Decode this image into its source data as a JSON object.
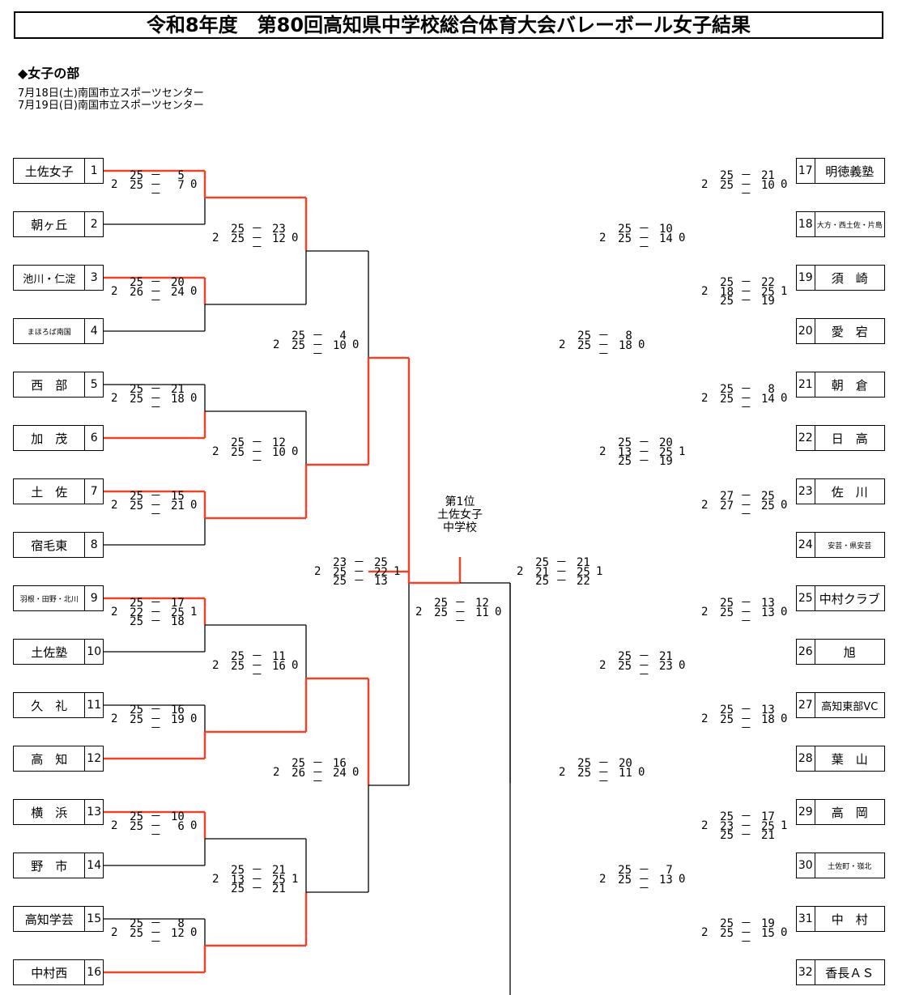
{
  "title": "令和8年度　第80回高知県中学校総合体育大会バレーボール女子結果",
  "section": "◆女子の部",
  "venues": [
    "7月18日(土)南国市立スポーツセンター",
    "7月19日(日)南国市立スポーツセンター"
  ],
  "colors": {
    "winner_line": "#e8452a",
    "line": "#000000"
  },
  "champion": [
    "第1位",
    "土佐女子",
    "中学校"
  ],
  "teams": [
    {
      "num": "1",
      "name": "土佐女子",
      "size": ""
    },
    {
      "num": "2",
      "name": "朝ヶ丘",
      "size": ""
    },
    {
      "num": "3",
      "name": "池川・仁淀",
      "size": "mid"
    },
    {
      "num": "4",
      "name": "まほろば南国",
      "size": "small"
    },
    {
      "num": "5",
      "name": "西　部",
      "size": ""
    },
    {
      "num": "6",
      "name": "加　茂",
      "size": ""
    },
    {
      "num": "7",
      "name": "土　佐",
      "size": ""
    },
    {
      "num": "8",
      "name": "宿毛東",
      "size": ""
    },
    {
      "num": "9",
      "name": "羽根・田野・北川",
      "size": "small"
    },
    {
      "num": "10",
      "name": "土佐塾",
      "size": ""
    },
    {
      "num": "11",
      "name": "久　礼",
      "size": ""
    },
    {
      "num": "12",
      "name": "高　知",
      "size": ""
    },
    {
      "num": "13",
      "name": "横　浜",
      "size": ""
    },
    {
      "num": "14",
      "name": "野　市",
      "size": ""
    },
    {
      "num": "15",
      "name": "高知学芸",
      "size": ""
    },
    {
      "num": "16",
      "name": "中村西",
      "size": ""
    },
    {
      "num": "17",
      "name": "明徳義塾",
      "size": ""
    },
    {
      "num": "18",
      "name": "大方・西土佐・片島",
      "size": "small"
    },
    {
      "num": "19",
      "name": "須　崎",
      "size": ""
    },
    {
      "num": "20",
      "name": "愛　宕",
      "size": ""
    },
    {
      "num": "21",
      "name": "朝　倉",
      "size": ""
    },
    {
      "num": "22",
      "name": "日　高",
      "size": ""
    },
    {
      "num": "23",
      "name": "佐　川",
      "size": ""
    },
    {
      "num": "24",
      "name": "安芸・県安芸",
      "size": "small"
    },
    {
      "num": "25",
      "name": "中村クラブ",
      "size": ""
    },
    {
      "num": "26",
      "name": "旭",
      "size": ""
    },
    {
      "num": "27",
      "name": "高知東部VC",
      "size": "mid"
    },
    {
      "num": "28",
      "name": "葉　山",
      "size": ""
    },
    {
      "num": "29",
      "name": "高　岡",
      "size": ""
    },
    {
      "num": "30",
      "name": "土佐町・嶺北",
      "size": "small"
    },
    {
      "num": "31",
      "name": "中　村",
      "size": ""
    },
    {
      "num": "32",
      "name": "香長ＡＳ",
      "size": ""
    }
  ],
  "matches": [
    {
      "id": "L1-1",
      "sets": [
        [
          "25",
          "5"
        ],
        [
          "25",
          "7"
        ],
        [
          "",
          ""
        ]
      ],
      "wins": [
        "2",
        "0"
      ]
    },
    {
      "id": "L1-2",
      "sets": [
        [
          "25",
          "20"
        ],
        [
          "26",
          "24"
        ],
        [
          "",
          ""
        ]
      ],
      "wins": [
        "2",
        "0"
      ]
    },
    {
      "id": "L1-3",
      "sets": [
        [
          "25",
          "21"
        ],
        [
          "25",
          "18"
        ],
        [
          "",
          ""
        ]
      ],
      "wins": [
        "2",
        "0"
      ]
    },
    {
      "id": "L1-4",
      "sets": [
        [
          "25",
          "15"
        ],
        [
          "25",
          "21"
        ],
        [
          "",
          ""
        ]
      ],
      "wins": [
        "2",
        "0"
      ]
    },
    {
      "id": "L1-5",
      "sets": [
        [
          "25",
          "17"
        ],
        [
          "22",
          "25"
        ],
        [
          "25",
          "18"
        ]
      ],
      "wins": [
        "2",
        "1"
      ]
    },
    {
      "id": "L1-6",
      "sets": [
        [
          "25",
          "16"
        ],
        [
          "25",
          "19"
        ],
        [
          "",
          ""
        ]
      ],
      "wins": [
        "2",
        "0"
      ]
    },
    {
      "id": "L1-7",
      "sets": [
        [
          "25",
          "10"
        ],
        [
          "25",
          "6"
        ],
        [
          "",
          ""
        ]
      ],
      "wins": [
        "2",
        "0"
      ]
    },
    {
      "id": "L1-8",
      "sets": [
        [
          "25",
          "8"
        ],
        [
          "25",
          "12"
        ],
        [
          "",
          ""
        ]
      ],
      "wins": [
        "2",
        "0"
      ]
    },
    {
      "id": "L2-1",
      "sets": [
        [
          "25",
          "23"
        ],
        [
          "25",
          "12"
        ],
        [
          "",
          ""
        ]
      ],
      "wins": [
        "2",
        "0"
      ]
    },
    {
      "id": "L2-2",
      "sets": [
        [
          "25",
          "12"
        ],
        [
          "25",
          "10"
        ],
        [
          "",
          ""
        ]
      ],
      "wins": [
        "2",
        "0"
      ]
    },
    {
      "id": "L2-3",
      "sets": [
        [
          "25",
          "11"
        ],
        [
          "25",
          "16"
        ],
        [
          "",
          ""
        ]
      ],
      "wins": [
        "2",
        "0"
      ]
    },
    {
      "id": "L2-4",
      "sets": [
        [
          "25",
          "21"
        ],
        [
          "13",
          "25"
        ],
        [
          "25",
          "21"
        ]
      ],
      "wins": [
        "2",
        "1"
      ]
    },
    {
      "id": "L3-1",
      "sets": [
        [
          "25",
          "4"
        ],
        [
          "25",
          "10"
        ],
        [
          "",
          ""
        ]
      ],
      "wins": [
        "2",
        "0"
      ]
    },
    {
      "id": "L3-2",
      "sets": [
        [
          "25",
          "16"
        ],
        [
          "26",
          "24"
        ],
        [
          "",
          ""
        ]
      ],
      "wins": [
        "2",
        "0"
      ]
    },
    {
      "id": "L4",
      "sets": [
        [
          "23",
          "25"
        ],
        [
          "25",
          "22"
        ],
        [
          "25",
          "13"
        ]
      ],
      "wins": [
        "2",
        "1"
      ]
    },
    {
      "id": "F",
      "sets": [
        [
          "25",
          "12"
        ],
        [
          "25",
          "11"
        ],
        [
          "",
          ""
        ]
      ],
      "wins": [
        "2",
        "0"
      ]
    },
    {
      "id": "R4",
      "sets": [
        [
          "25",
          "21"
        ],
        [
          "21",
          "25"
        ],
        [
          "25",
          "22"
        ]
      ],
      "wins": [
        "2",
        "1"
      ]
    },
    {
      "id": "R3-1",
      "sets": [
        [
          "25",
          "8"
        ],
        [
          "25",
          "18"
        ],
        [
          "",
          ""
        ]
      ],
      "wins": [
        "2",
        "0"
      ]
    },
    {
      "id": "R3-2",
      "sets": [
        [
          "25",
          "20"
        ],
        [
          "25",
          "11"
        ],
        [
          "",
          ""
        ]
      ],
      "wins": [
        "2",
        "0"
      ]
    },
    {
      "id": "R2-1",
      "sets": [
        [
          "25",
          "10"
        ],
        [
          "25",
          "14"
        ],
        [
          "",
          ""
        ]
      ],
      "wins": [
        "2",
        "0"
      ]
    },
    {
      "id": "R2-2",
      "sets": [
        [
          "25",
          "20"
        ],
        [
          "13",
          "25"
        ],
        [
          "25",
          "19"
        ]
      ],
      "wins": [
        "2",
        "1"
      ]
    },
    {
      "id": "R2-3",
      "sets": [
        [
          "25",
          "21"
        ],
        [
          "25",
          "23"
        ],
        [
          "",
          ""
        ]
      ],
      "wins": [
        "2",
        "0"
      ]
    },
    {
      "id": "R2-4",
      "sets": [
        [
          "25",
          "7"
        ],
        [
          "25",
          "13"
        ],
        [
          "",
          ""
        ]
      ],
      "wins": [
        "2",
        "0"
      ]
    },
    {
      "id": "R1-1",
      "sets": [
        [
          "25",
          "21"
        ],
        [
          "25",
          "10"
        ],
        [
          "",
          ""
        ]
      ],
      "wins": [
        "2",
        "0"
      ]
    },
    {
      "id": "R1-2",
      "sets": [
        [
          "25",
          "22"
        ],
        [
          "18",
          "25"
        ],
        [
          "25",
          "19"
        ]
      ],
      "wins": [
        "2",
        "1"
      ]
    },
    {
      "id": "R1-3",
      "sets": [
        [
          "25",
          "8"
        ],
        [
          "25",
          "14"
        ],
        [
          "",
          ""
        ]
      ],
      "wins": [
        "2",
        "0"
      ]
    },
    {
      "id": "R1-4",
      "sets": [
        [
          "27",
          "25"
        ],
        [
          "27",
          "25"
        ],
        [
          "",
          ""
        ]
      ],
      "wins": [
        "2",
        "0"
      ]
    },
    {
      "id": "R1-5",
      "sets": [
        [
          "25",
          "13"
        ],
        [
          "25",
          "13"
        ],
        [
          "",
          ""
        ]
      ],
      "wins": [
        "2",
        "0"
      ]
    },
    {
      "id": "R1-6",
      "sets": [
        [
          "25",
          "13"
        ],
        [
          "25",
          "18"
        ],
        [
          "",
          ""
        ]
      ],
      "wins": [
        "2",
        "0"
      ]
    },
    {
      "id": "R1-7",
      "sets": [
        [
          "25",
          "17"
        ],
        [
          "23",
          "25"
        ],
        [
          "25",
          "21"
        ]
      ],
      "wins": [
        "2",
        "1"
      ]
    },
    {
      "id": "R1-8",
      "sets": [
        [
          "25",
          "19"
        ],
        [
          "25",
          "15"
        ],
        [
          "",
          ""
        ]
      ],
      "wins": [
        "2",
        "0"
      ]
    }
  ]
}
